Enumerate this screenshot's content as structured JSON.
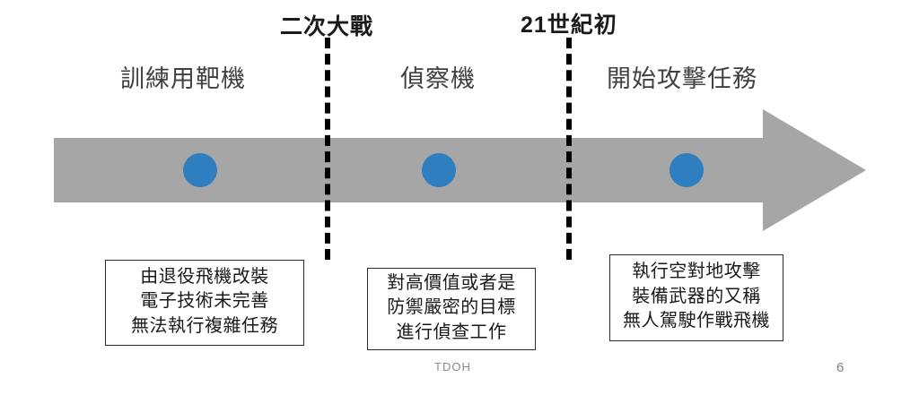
{
  "slide": {
    "background_color": "#ffffff",
    "arrow_color": "#a6a6a6",
    "node_color": "#2f7ec0",
    "divider_color": "#000000",
    "heading_color": "#404040"
  },
  "dividers": [
    {
      "label": "二次大戰"
    },
    {
      "label": "21世紀初"
    }
  ],
  "eras": [
    {
      "heading": "訓練用靶機"
    },
    {
      "heading": "偵察機"
    },
    {
      "heading": "開始攻擊任務"
    }
  ],
  "descriptions": [
    {
      "lines": [
        "由退役飛機改裝",
        "電子技術未完善",
        "無法執行複雜任務"
      ]
    },
    {
      "lines": [
        "對高價值或者是",
        "防禦嚴密的目標",
        "進行偵查工作"
      ]
    },
    {
      "lines": [
        "執行空對地攻擊",
        "裝備武器的又稱",
        "無人駕駛作戰飛機"
      ]
    }
  ],
  "footer": {
    "brand": "TDOH",
    "page_number": "6"
  }
}
